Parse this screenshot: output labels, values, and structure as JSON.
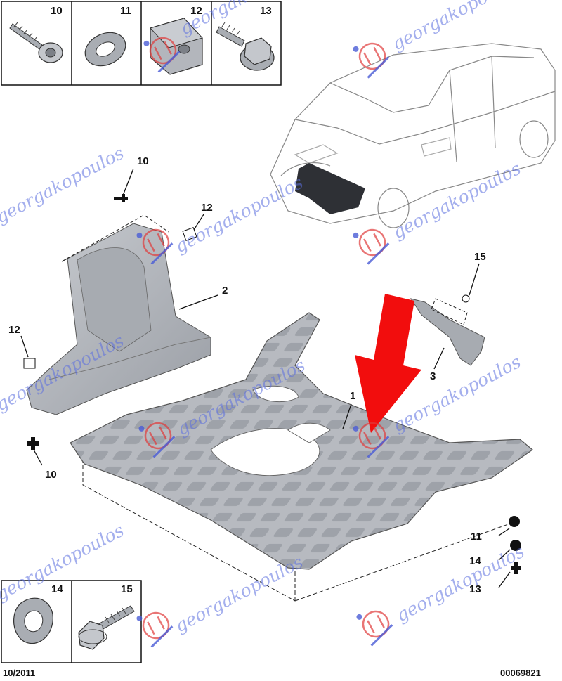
{
  "parts_boxes_top": [
    {
      "number": "10",
      "icon": "torx-screw-icon"
    },
    {
      "number": "11",
      "icon": "washer-icon"
    },
    {
      "number": "12",
      "icon": "clip-nut-icon"
    },
    {
      "number": "13",
      "icon": "flange-bolt-icon"
    }
  ],
  "parts_boxes_bottom": [
    {
      "number": "14",
      "icon": "grommet-icon"
    },
    {
      "number": "15",
      "icon": "hex-bolt-icon"
    }
  ],
  "callouts": {
    "side_shield_screw_top": "10",
    "side_shield_clip_top": "12",
    "side_shield": "2",
    "side_shield_clip_left": "12",
    "side_shield_screw_bottom": "10",
    "bracket_bolt": "15",
    "bracket": "3",
    "undertray": "1",
    "washer_right": "11",
    "grommet_right": "14",
    "bolt_right": "13"
  },
  "footer": {
    "date": "10/2011",
    "reference": "00069821"
  },
  "watermark": {
    "text": "georgakopoulos",
    "color": "#5b6ee0",
    "logo_color": "#e03a3a"
  },
  "colors": {
    "part_fill": "#b9bcc2",
    "part_shadow": "#8e9299",
    "arrow": "#f20d0d"
  }
}
